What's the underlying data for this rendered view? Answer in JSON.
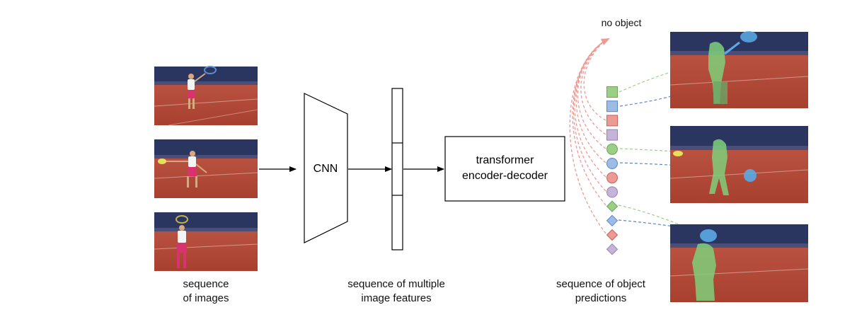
{
  "labels": {
    "cnn": "CNN",
    "transformer_line1": "transformer",
    "transformer_line2": "encoder-decoder",
    "no_object": "no object",
    "images_line1": "sequence",
    "images_line2": "of images",
    "features_line1": "sequence of multiple",
    "features_line2": "image features",
    "predictions_line1": "sequence of object",
    "predictions_line2": "predictions"
  },
  "colors": {
    "court": "#b84a3c",
    "court_dark": "#8a3027",
    "wall": "#26305a",
    "green": "#9bcf86",
    "blue": "#9cbbe6",
    "red": "#ec9a94",
    "purple": "#c4b4d8",
    "green_stroke": "#6fa35c",
    "blue_stroke": "#5a86c8",
    "red_stroke": "#c8625a",
    "purple_stroke": "#9580b4",
    "arrow": "#000000"
  },
  "prediction_tokens": [
    {
      "shape": "square",
      "color": "green"
    },
    {
      "shape": "square",
      "color": "blue"
    },
    {
      "shape": "square",
      "color": "red"
    },
    {
      "shape": "square",
      "color": "purple"
    },
    {
      "shape": "circle",
      "color": "green"
    },
    {
      "shape": "circle",
      "color": "blue"
    },
    {
      "shape": "circle",
      "color": "red"
    },
    {
      "shape": "circle",
      "color": "purple"
    },
    {
      "shape": "diamond",
      "color": "green"
    },
    {
      "shape": "diamond",
      "color": "blue"
    },
    {
      "shape": "diamond",
      "color": "red"
    },
    {
      "shape": "diamond",
      "color": "purple"
    }
  ]
}
